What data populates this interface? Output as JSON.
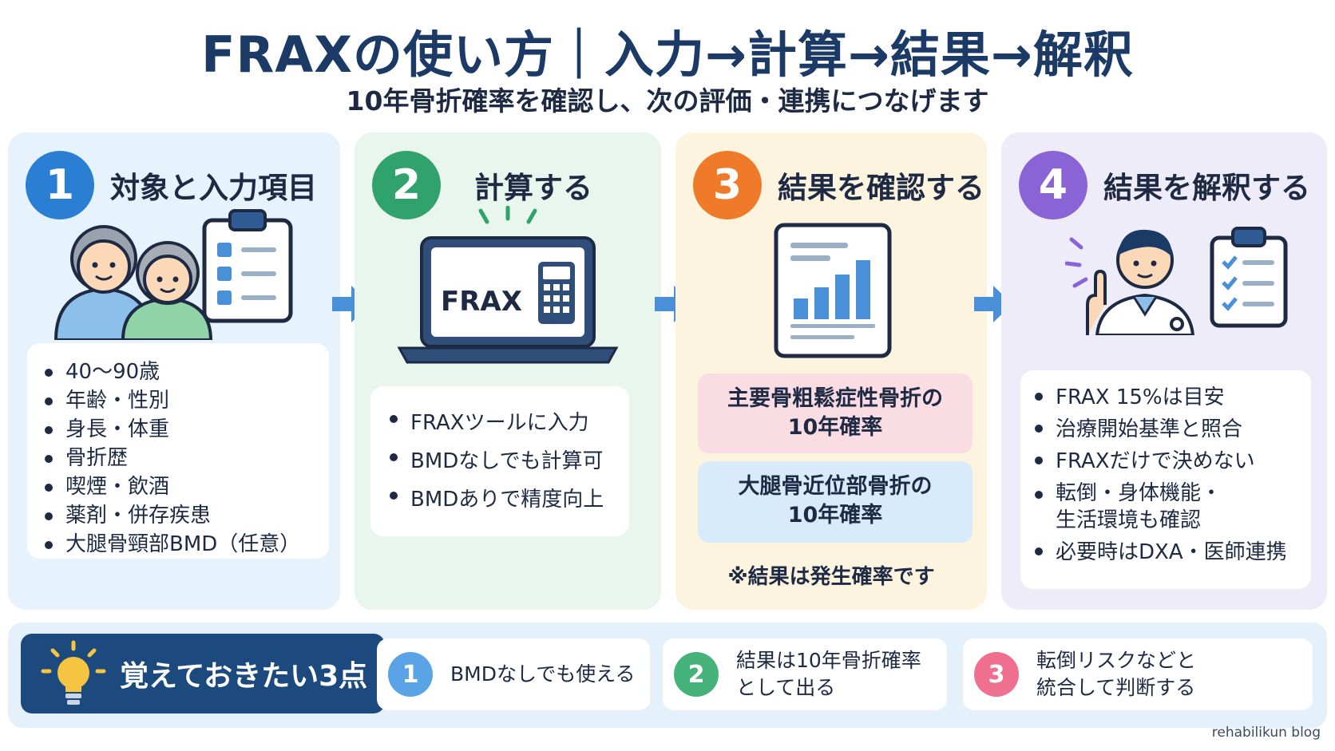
{
  "header": {
    "title": "FRAXの使い方｜入力→計算→結果→解釈",
    "subtitle": "10年骨折確率を確認し、次の評価・連携につなげます"
  },
  "steps": [
    {
      "number": "1",
      "title": "対象と入力項目",
      "items": [
        "40〜90歳",
        "年齢・性別",
        "身長・体重",
        "骨折歴",
        "喫煙・飲酒",
        "薬剤・併存疾患",
        "大腿骨頸部BMD（任意）"
      ]
    },
    {
      "number": "2",
      "title": "計算する",
      "screen_label": "FRAX",
      "items": [
        "FRAXツールに入力",
        "BMDなしでも計算可",
        "BMDありで精度向上"
      ]
    },
    {
      "number": "3",
      "title": "結果を確認する",
      "results": [
        "主要骨粗鬆症性骨折の\n10年確率",
        "大腿骨近位部骨折の\n10年確率"
      ],
      "note": "※結果は発生確率です"
    },
    {
      "number": "4",
      "title": "結果を解釈する",
      "items": [
        "FRAX 15%は目安",
        "治療開始基準と照合",
        "FRAXだけで決めない",
        "転倒・身体機能・\n生活環境も確認",
        "必要時はDXA・医師連携"
      ]
    }
  ],
  "memo": {
    "label": "覚えておきたい3点",
    "points": [
      {
        "number": "1",
        "text": "BMDなしでも使える",
        "color": "#5aa3e6"
      },
      {
        "number": "2",
        "text": "結果は10年骨折確率\nとして出る",
        "color": "#45b27a"
      },
      {
        "number": "3",
        "text": "転倒リスクなどと\n統合して判断する",
        "color": "#ef6f8e"
      }
    ]
  },
  "credit": "rehabilikun blog",
  "colors": {
    "step1": "#2a7fd4",
    "step2": "#2fa36b",
    "step3": "#ef7a2a",
    "step4": "#8a64d6",
    "arrow": "#4a90d9",
    "navy": "#1b3a66"
  }
}
